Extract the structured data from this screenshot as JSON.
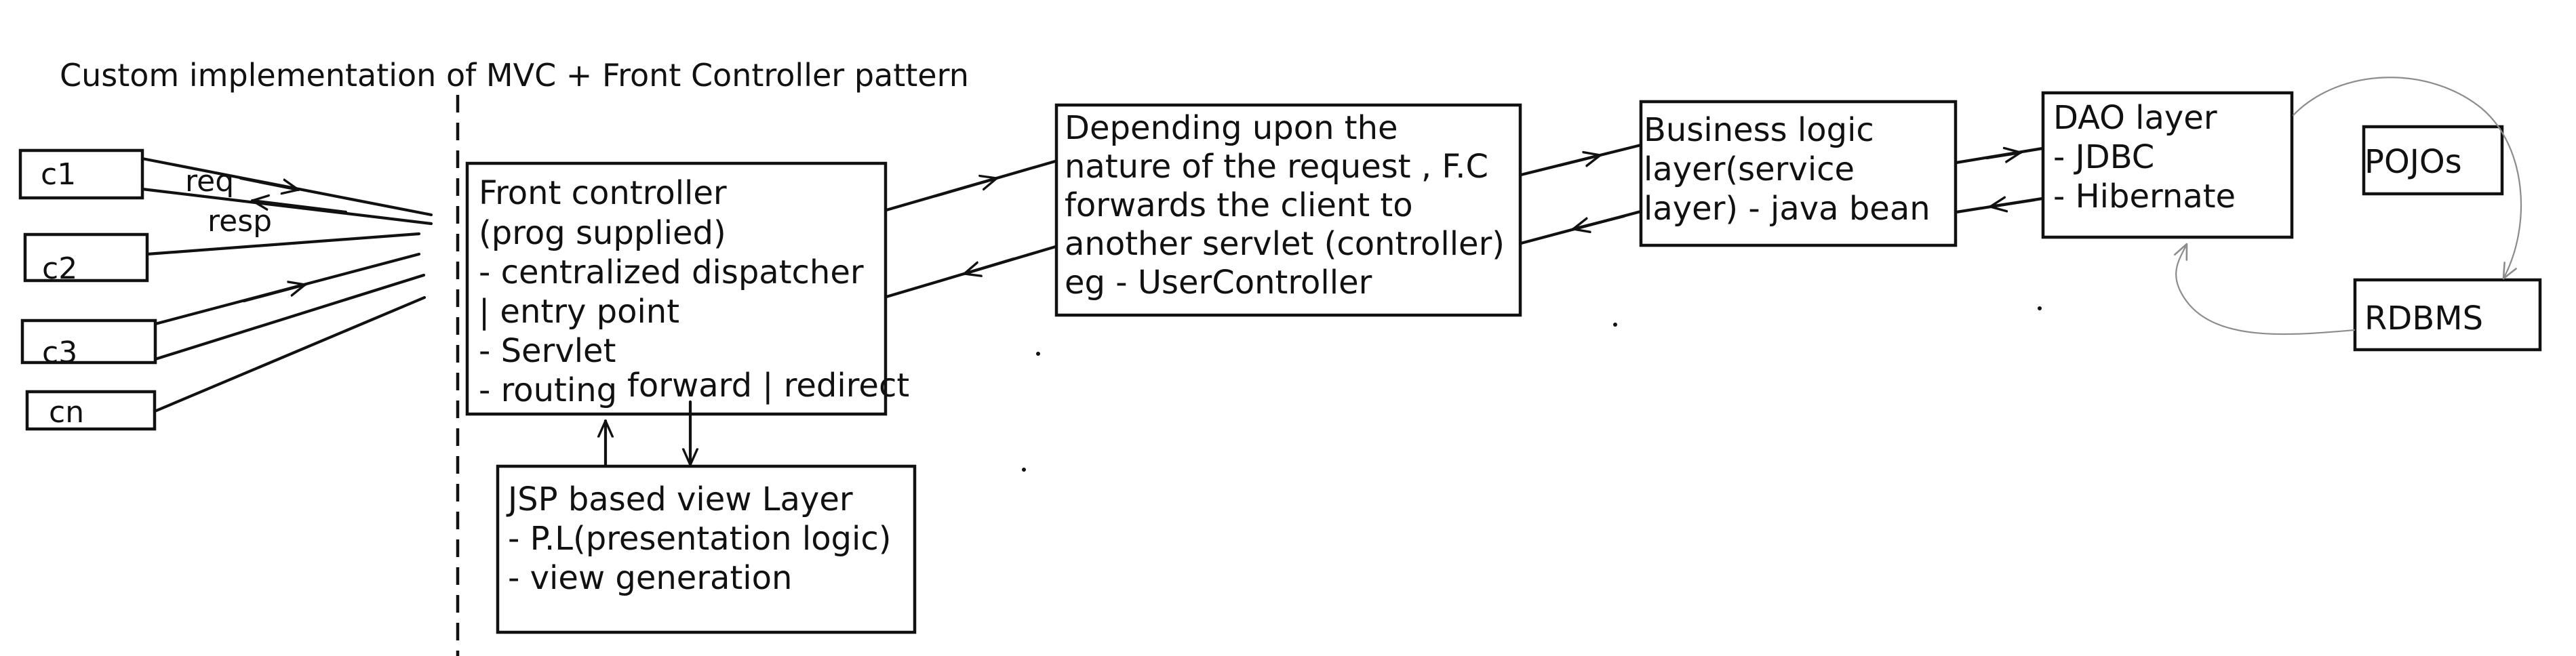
{
  "title": "Custom implementation of MVC + Front Controller pattern",
  "clients": [
    "c1",
    "c2",
    "c3",
    "cn"
  ],
  "client_arrows": {
    "req": "req",
    "resp": "resp"
  },
  "front_controller": {
    "lines": [
      "Front controller",
      "(prog supplied)",
      "- centralized dispatcher",
      "| entry point",
      "- Servlet",
      "- routing"
    ]
  },
  "view_arrows": {
    "label": "forward | redirect"
  },
  "view_layer": {
    "lines": [
      "JSP based view Layer",
      "- P.L(presentation logic)",
      "- view generation"
    ]
  },
  "dispatch_note": {
    "lines": [
      "Depending upon the",
      "nature of the request , F.C",
      "forwards the client to",
      "another servlet (controller)",
      "eg - UserController"
    ]
  },
  "business_layer": {
    "lines": [
      "Business logic",
      "layer(service",
      "layer) - java bean"
    ]
  },
  "dao_layer": {
    "lines": [
      "DAO layer",
      "- JDBC",
      "- Hibernate"
    ]
  },
  "pojos": "POJOs",
  "rdbms": "RDBMS",
  "colors": {
    "ink": "#111111",
    "pencil": "#8c8c8c",
    "background": "#ffffff"
  }
}
